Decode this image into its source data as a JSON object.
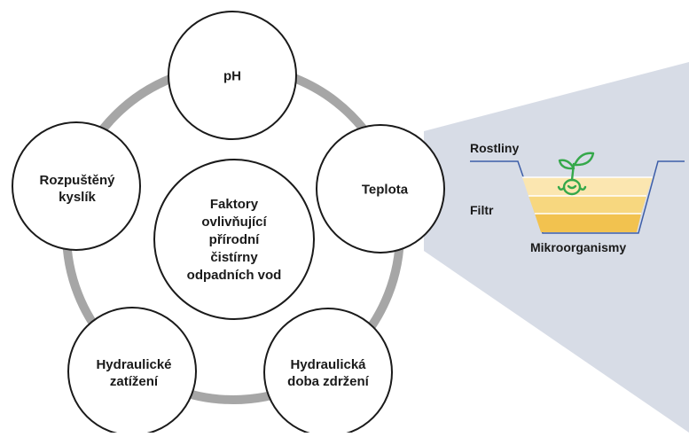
{
  "center_label": "Faktory\novlivňující\npřírodní\nčistírny\nodpadních vod",
  "factors": {
    "ph": "pH",
    "temperature": "Teplota",
    "retention_time": "Hydraulická\ndoba zdržení",
    "hydraulic_load": "Hydraulické\nzatížení",
    "dissolved_oxygen": "Rozpuštěný\nkyslík"
  },
  "wetland": {
    "plants": "Rostliny",
    "filter": "Filtr",
    "microorganisms": "Mikroorganismy"
  },
  "colors": {
    "ring": "#a6a6a6",
    "callout": "#d7dce6",
    "plant": "#35a84a",
    "filter_light": "#fbe6b0",
    "filter_mid": "#f7d77f",
    "filter_dark": "#f2c24f"
  }
}
